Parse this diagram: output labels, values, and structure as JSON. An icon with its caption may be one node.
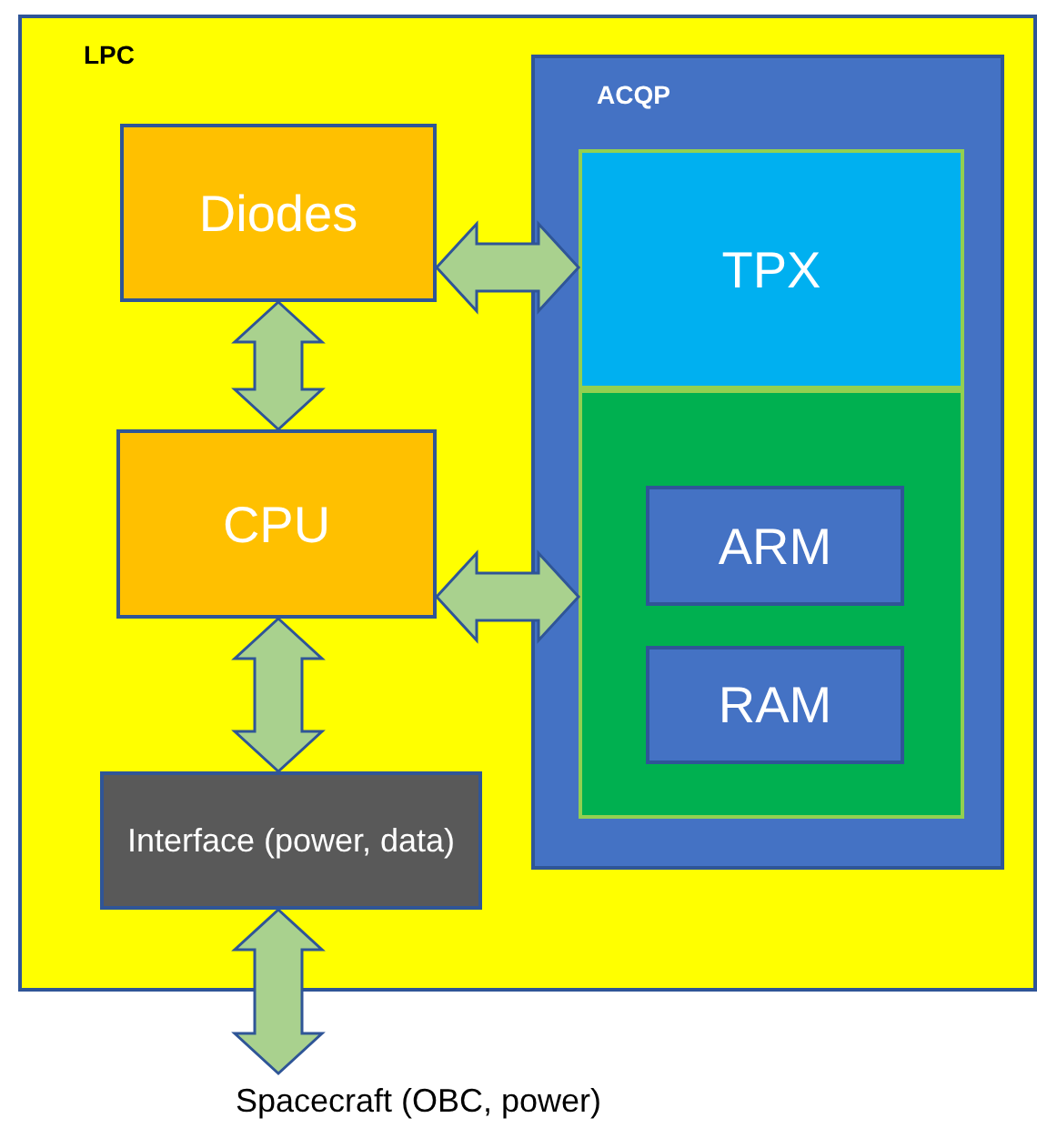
{
  "diagram": {
    "nodes": [
      {
        "text": [
          "LPC"
        ]
      },
      {
        "text": [
          "Diodes"
        ],
        "in": 0
      },
      {
        "text": [
          "CPU"
        ],
        "in": 0
      },
      {
        "text": [
          "Interface (power, data)"
        ],
        "in": 0
      },
      {
        "text": [
          "ACQP"
        ],
        "in": 0
      },
      {
        "text": [
          "TPX"
        ],
        "in": 4
      },
      {
        "text": [],
        "shape": "box",
        "in": 4
      },
      {
        "text": [
          "ARM"
        ],
        "in": 6
      },
      {
        "text": [
          "RAM"
        ],
        "in": 6
      },
      {
        "text": [
          "Spacecraft (OBC, power)"
        ]
      }
    ],
    "edges": [
      {
        "from": 1,
        "to": 2,
        "arrow": "both"
      },
      {
        "from": 1,
        "to": 5,
        "arrow": "both"
      },
      {
        "from": 2,
        "to": 6,
        "arrow": "both"
      },
      {
        "from": 2,
        "to": 3,
        "arrow": "both"
      },
      {
        "from": 3,
        "to": 9,
        "arrow": "both"
      }
    ]
  }
}
